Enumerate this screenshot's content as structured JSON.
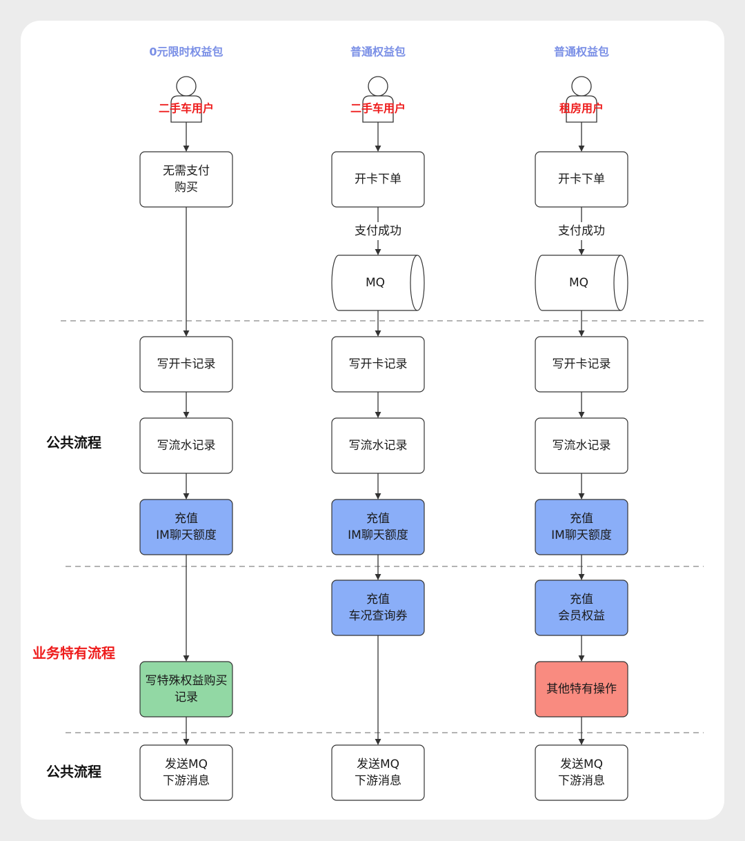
{
  "columns": [
    {
      "header": "0元限时权益包",
      "user": "二手车用户",
      "steps": [
        {
          "id": "start",
          "lines": [
            "无需支付",
            "购买"
          ],
          "kind": "plain"
        },
        {
          "id": "card",
          "lines": [
            "写开卡记录"
          ],
          "kind": "plain"
        },
        {
          "id": "flow",
          "lines": [
            "写流水记录"
          ],
          "kind": "plain"
        },
        {
          "id": "recharge",
          "lines": [
            "充值",
            "IM聊天额度"
          ],
          "kind": "blue"
        },
        {
          "id": "special",
          "lines": [
            "写特殊权益购买",
            "记录"
          ],
          "kind": "green"
        },
        {
          "id": "send",
          "lines": [
            "发送MQ",
            "下游消息"
          ],
          "kind": "plain"
        }
      ]
    },
    {
      "header": "普通权益包",
      "user": "二手车用户",
      "steps": [
        {
          "id": "start",
          "lines": [
            "开卡下单"
          ],
          "kind": "plain"
        },
        {
          "id": "mq",
          "lines": [
            "MQ"
          ],
          "kind": "cylinder",
          "edge_in": "支付成功"
        },
        {
          "id": "card",
          "lines": [
            "写开卡记录"
          ],
          "kind": "plain"
        },
        {
          "id": "flow",
          "lines": [
            "写流水记录"
          ],
          "kind": "plain"
        },
        {
          "id": "recharge",
          "lines": [
            "充值",
            "IM聊天额度"
          ],
          "kind": "blue"
        },
        {
          "id": "special",
          "lines": [
            "充值",
            "车况查询券"
          ],
          "kind": "blue"
        },
        {
          "id": "send",
          "lines": [
            "发送MQ",
            "下游消息"
          ],
          "kind": "plain"
        }
      ]
    },
    {
      "header": "普通权益包",
      "user": "租房用户",
      "steps": [
        {
          "id": "start",
          "lines": [
            "开卡下单"
          ],
          "kind": "plain"
        },
        {
          "id": "mq",
          "lines": [
            "MQ"
          ],
          "kind": "cylinder",
          "edge_in": "支付成功"
        },
        {
          "id": "card",
          "lines": [
            "写开卡记录"
          ],
          "kind": "plain"
        },
        {
          "id": "flow",
          "lines": [
            "写流水记录"
          ],
          "kind": "plain"
        },
        {
          "id": "recharge",
          "lines": [
            "充值",
            "IM聊天额度"
          ],
          "kind": "blue"
        },
        {
          "id": "special1",
          "lines": [
            "充值",
            "会员权益"
          ],
          "kind": "blue"
        },
        {
          "id": "special2",
          "lines": [
            "其他特有操作"
          ],
          "kind": "red"
        },
        {
          "id": "send",
          "lines": [
            "发送MQ",
            "下游消息"
          ],
          "kind": "plain"
        }
      ]
    }
  ],
  "sections": [
    {
      "label": "公共流程",
      "color": "black"
    },
    {
      "label": "业务特有流程",
      "color": "red"
    },
    {
      "label": "公共流程",
      "color": "black"
    }
  ],
  "colors": {
    "blue": "#8aaef8",
    "green": "#92d8a4",
    "red": "#f98b80",
    "plain": "#ffffff",
    "header": "#7a8fe6",
    "user_label": "#ee1c1c",
    "dashed": "#9a9a9a"
  }
}
